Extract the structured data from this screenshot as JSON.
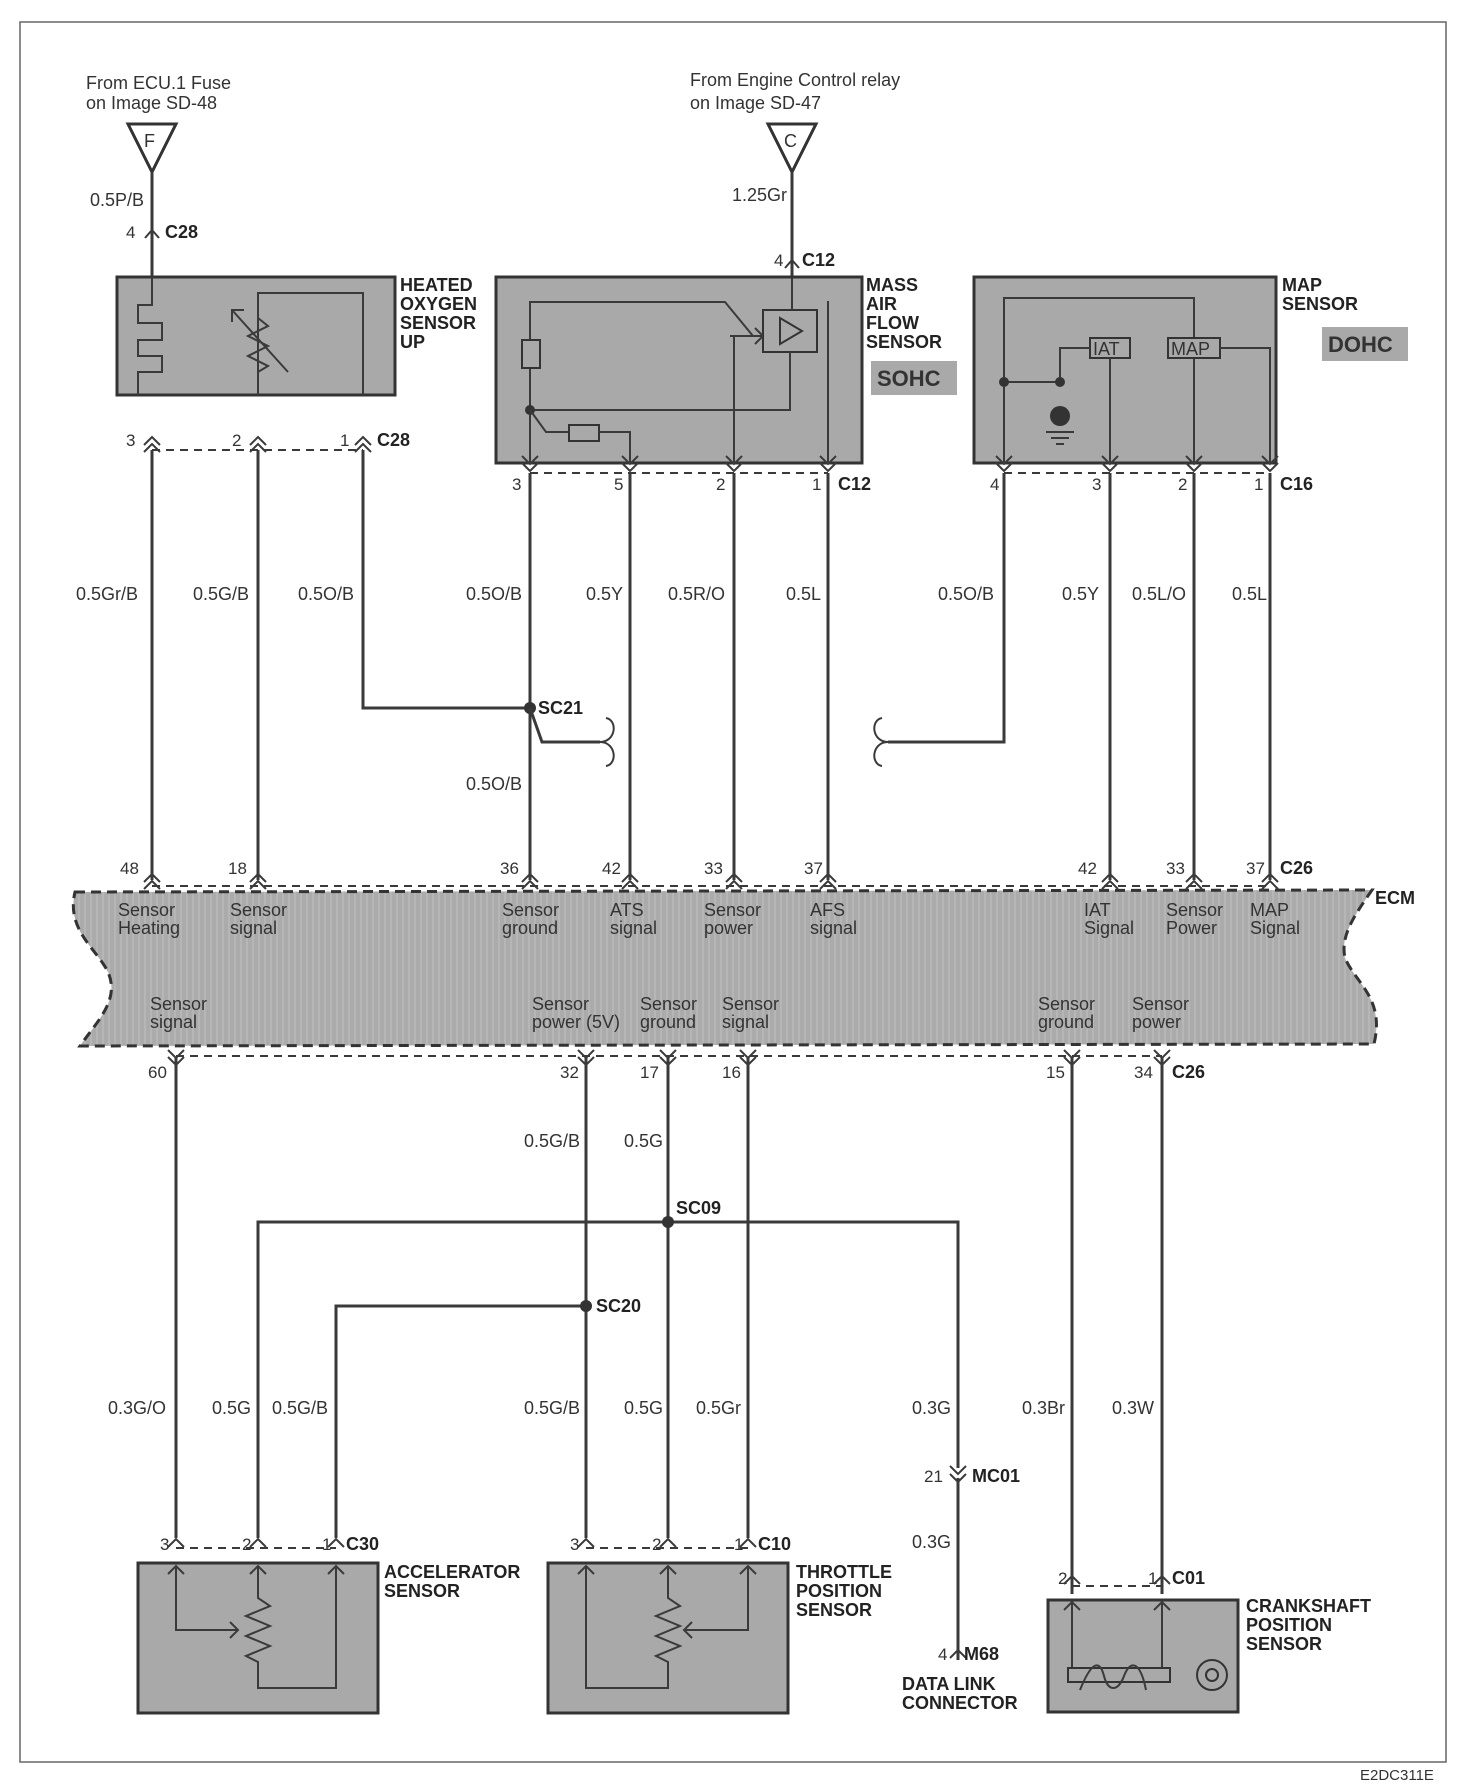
{
  "sources": {
    "fuse_line1": "From ECU.1 Fuse",
    "fuse_line2": "on Image SD-48",
    "fuse_tag": "F",
    "relay_line1": "From Engine Control relay",
    "relay_line2": "on Image SD-47",
    "relay_tag": "C"
  },
  "components": {
    "o2": [
      "HEATED",
      "OXYGEN",
      "SENSOR",
      "UP"
    ],
    "maf": [
      "MASS",
      "AIR",
      "FLOW",
      "SENSOR"
    ],
    "map": [
      "MAP",
      "SENSOR"
    ],
    "accel": [
      "ACCELERATOR",
      "SENSOR"
    ],
    "tps": [
      "THROTTLE",
      "POSITION",
      "SENSOR"
    ],
    "dlc": [
      "DATA LINK",
      "CONNECTOR"
    ],
    "ckp": [
      "CRANKSHAFT",
      "POSITION",
      "SENSOR"
    ],
    "ecm": "ECM",
    "sohc": "SOHC",
    "dohc": "DOHC",
    "iat": "IAT",
    "map_chip": "MAP"
  },
  "connectors": {
    "c28": "C28",
    "c12": "C12",
    "c16": "C16",
    "c26": "C26",
    "c30": "C30",
    "c10": "C10",
    "c01": "C01",
    "mc01": "MC01",
    "m68": "M68"
  },
  "splices": {
    "sc21": "SC21",
    "sc09": "SC09",
    "sc20": "SC20"
  },
  "wires": {
    "fuse": "0.5P/B",
    "relay": "1.25Gr",
    "o2_heat": "0.5Gr/B",
    "o2_sig": "0.5G/B",
    "o2_gnd": "0.5O/B",
    "maf_gnd": "0.5O/B",
    "maf_ats": "0.5Y",
    "maf_pwr": "0.5R/O",
    "maf_afs": "0.5L",
    "sc21_out": "0.5O/B",
    "map_gnd": "0.5O/B",
    "map_iat": "0.5Y",
    "map_pwr": "0.5L/O",
    "map_sig": "0.5L",
    "tps_pwr_top": "0.5G/B",
    "tps_gnd_top": "0.5G",
    "acc_sig": "0.3G/O",
    "acc_gnd": "0.5G",
    "acc_pwr": "0.5G/B",
    "tps_pwr": "0.5G/B",
    "tps_gnd": "0.5G",
    "tps_sig": "0.5Gr",
    "dlc1": "0.3G",
    "dlc2": "0.3G",
    "ckp_gnd": "0.3Br",
    "ckp_pwr": "0.3W"
  },
  "pins": {
    "fuse_c28": "4",
    "relay_c12": "4",
    "o2_3": "3",
    "o2_2": "2",
    "o2_1": "1",
    "maf_3": "3",
    "maf_5": "5",
    "maf_2": "2",
    "maf_1": "1",
    "map_4": "4",
    "map_3": "3",
    "map_2": "2",
    "map_1": "1",
    "ecm_48": "48",
    "ecm_18": "18",
    "ecm_36": "36",
    "ecm_42a": "42",
    "ecm_33a": "33",
    "ecm_37a": "37",
    "ecm_42b": "42",
    "ecm_33b": "33",
    "ecm_37b": "37",
    "ecm_60": "60",
    "ecm_32": "32",
    "ecm_17": "17",
    "ecm_16": "16",
    "ecm_15": "15",
    "ecm_34": "34",
    "acc_3": "3",
    "acc_2": "2",
    "acc_1": "1",
    "tps_3": "3",
    "tps_2": "2",
    "tps_1": "1",
    "mc01_21": "21",
    "m68_4": "4",
    "ckp_2": "2",
    "ckp_1": "1"
  },
  "ecm_top": {
    "heat": [
      "Sensor",
      "Heating"
    ],
    "sig": [
      "Sensor",
      "signal"
    ],
    "gnd": [
      "Sensor",
      "ground"
    ],
    "ats": [
      "ATS",
      "signal"
    ],
    "pwr": [
      "Sensor",
      "power"
    ],
    "afs": [
      "AFS",
      "signal"
    ],
    "iat": [
      "IAT",
      "Signal"
    ],
    "pwr2": [
      "Sensor",
      "Power"
    ],
    "map": [
      "MAP",
      "Signal"
    ]
  },
  "ecm_bottom": {
    "sig": [
      "Sensor",
      "signal"
    ],
    "pwr5": [
      "Sensor",
      "power (5V)"
    ],
    "gnd": [
      "Sensor",
      "ground"
    ],
    "sig2": [
      "Sensor",
      "signal"
    ],
    "gnd2": [
      "Sensor",
      "ground"
    ],
    "pwr": [
      "Sensor",
      "power"
    ]
  },
  "footer_code": "E2DC311E"
}
